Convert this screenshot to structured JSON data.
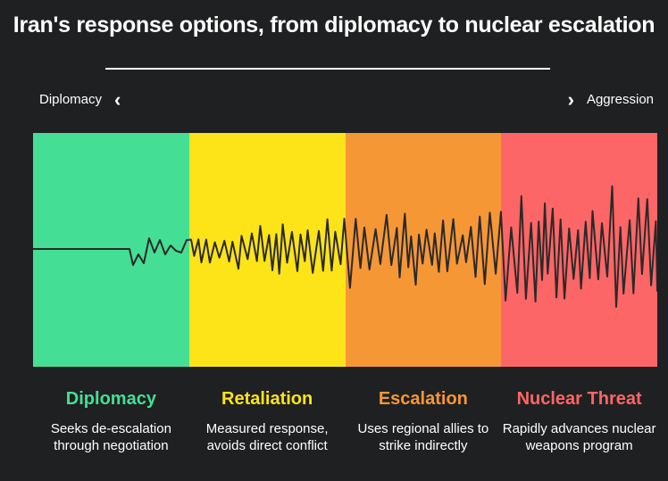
{
  "title": "Iran's response options, from diplomacy to nuclear escalation",
  "scale": {
    "left_label": "Diplomacy",
    "left_icon": "chevron-left-icon",
    "right_label": "Aggression",
    "right_icon": "chevron-right-icon"
  },
  "bands": [
    {
      "label": "Diplomacy",
      "description": "Seeks de-escalation through negotiation",
      "color": "#45de95",
      "label_color": "#45de95"
    },
    {
      "label": "Retaliation",
      "description": "Measured response, avoids direct conflict",
      "color": "#fde418",
      "label_color": "#fde418"
    },
    {
      "label": "Escalation",
      "description": "Uses regional allies to strike indirectly",
      "color": "#f69736",
      "label_color": "#f69736"
    },
    {
      "label": "Nuclear Threat",
      "description": "Rapidly advances nuclear weapons program",
      "color": "#fd6666",
      "label_color": "#fd6666"
    }
  ],
  "wave_color": "#2a2a2a"
}
